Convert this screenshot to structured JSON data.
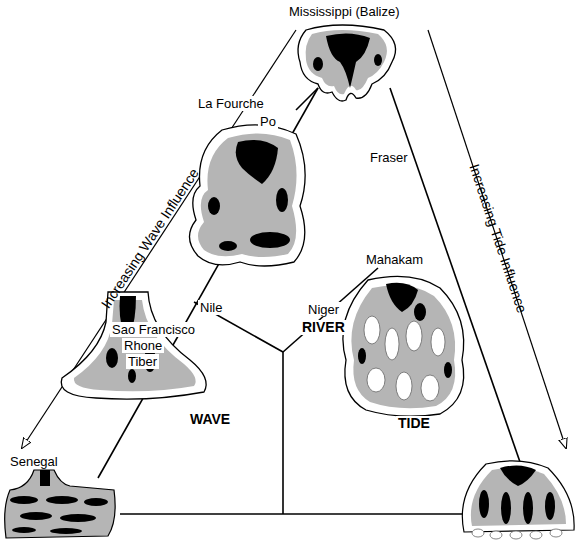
{
  "diagram": {
    "labels": [
      "Mississippi (Balize)",
      "La Fourche",
      "Po",
      "Fraser",
      "Nile",
      "RIVER",
      "Mahakam",
      "Sao Francisco",
      "Rhone",
      "Tiber",
      "Niger",
      "WAVE",
      "TIDE",
      "Senegal",
      "Increasing Wave Influence",
      "Increasing Tide Influence"
    ]
  }
}
